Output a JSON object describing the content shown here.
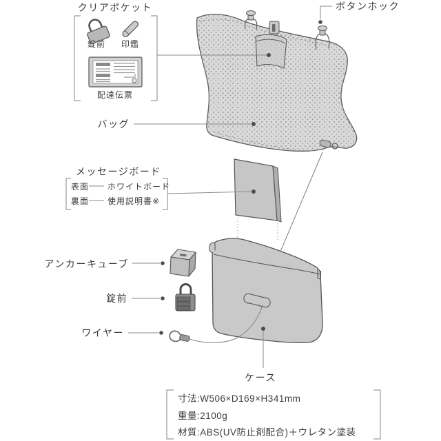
{
  "diagram": {
    "clear_pocket": {
      "title": "クリアポケット",
      "items": [
        {
          "label": "錠前",
          "icon": "padlock-icon"
        },
        {
          "label": "印鑑",
          "icon": "stamp-icon"
        },
        {
          "label": "配達伝票",
          "icon": "delivery-slip-icon"
        }
      ]
    },
    "callouts": {
      "button_hook": "ボタンホック",
      "bag": "バッグ",
      "anchor_cube": "アンカーキューブ",
      "lock": "錠前",
      "wire": "ワイヤー",
      "case": "ケース"
    },
    "message_board": {
      "title": "メッセージボード",
      "rows": [
        {
          "side": "表面",
          "value": "ホワイトボード"
        },
        {
          "side": "裏面",
          "value": "使用説明書※"
        }
      ]
    },
    "specs": {
      "dimensions": "寸法:W506×D169×H341mm",
      "weight": "重量:2100g",
      "material": "材質:ABS(UV防止剤配合)＋ウレタン塗装"
    },
    "colors": {
      "background": "#ffffff",
      "text": "#3c3c3c",
      "leader_line": "#8a8a8a",
      "bag_fill": "#d9d9d9",
      "bag_dot": "#9c9c9c",
      "outline": "#5a5a5a",
      "case_fill": "#c9c9c9",
      "board_fill": "#c6c6c6"
    }
  }
}
